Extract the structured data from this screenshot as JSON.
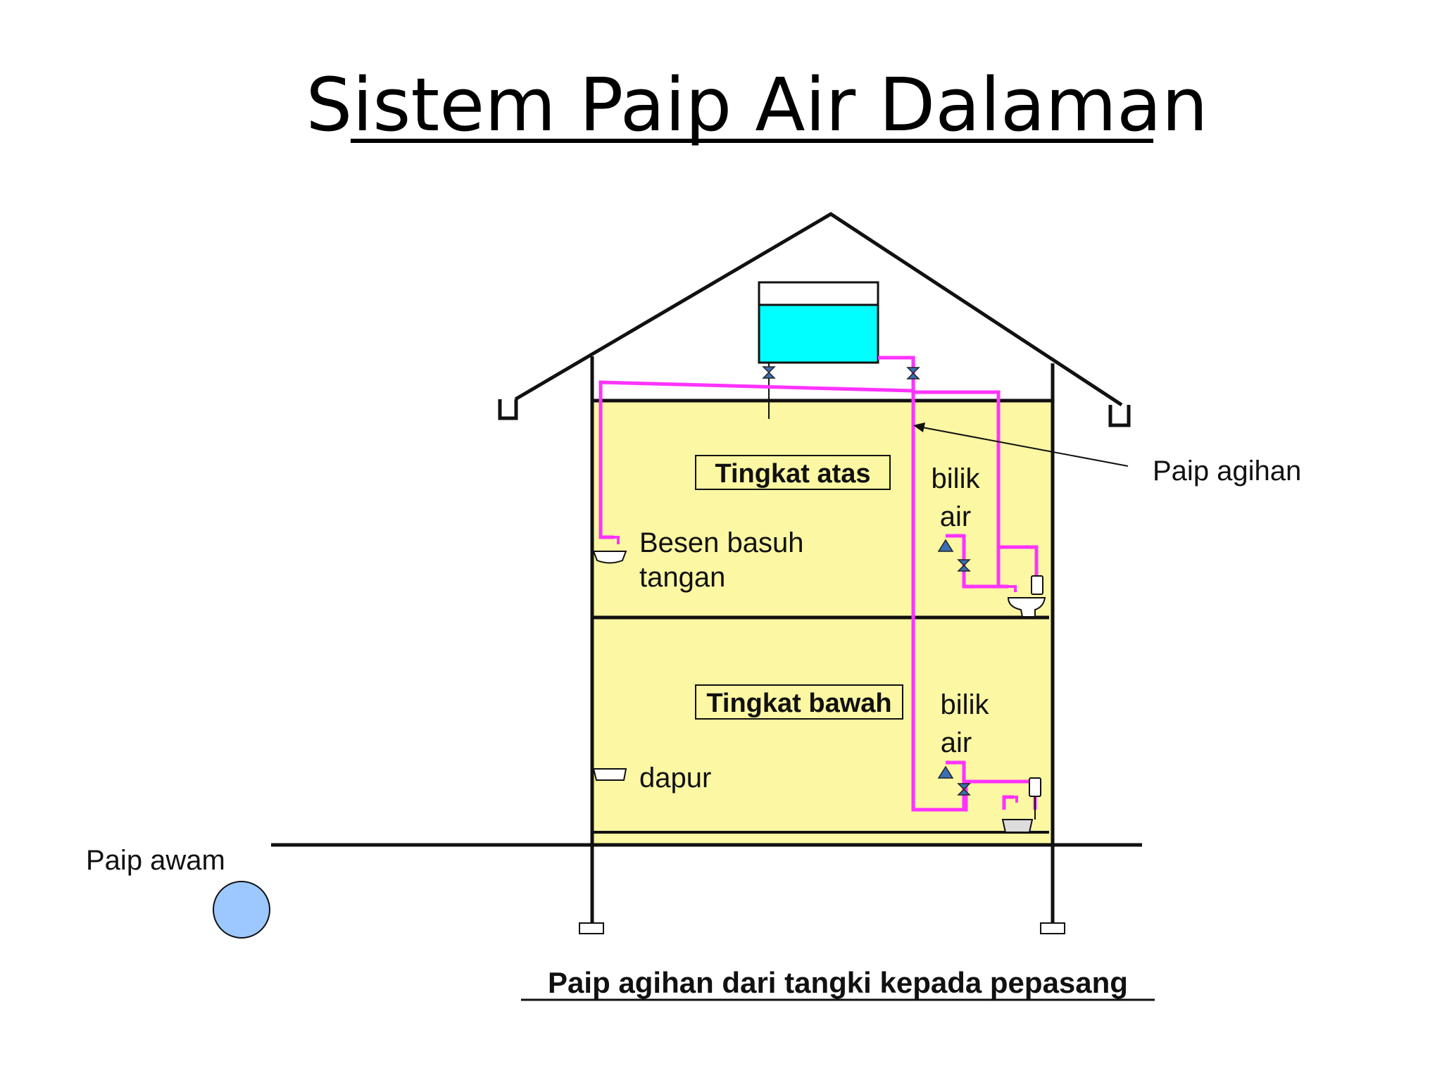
{
  "title": "Sistem Paip Air Dalaman",
  "caption": "Paip agihan dari tangki kepada pepasang",
  "floors": {
    "upper": "Tingkat atas",
    "lower": "Tingkat bawah"
  },
  "labels": {
    "basin_line1": "Besen basuh",
    "basin_line2": "tangan",
    "kitchen": "dapur",
    "bathroom_upper_line1": "bilik",
    "bathroom_upper_line2": "air",
    "bathroom_lower_line1": "bilik",
    "bathroom_lower_line2": "air",
    "distribution_pipe": "Paip agihan",
    "public_pipe": "Paip awam"
  },
  "colors": {
    "wall_fill": "#fbf7a3",
    "pipe": "#ff33ff",
    "tank_water": "#00ffff",
    "public_pipe": "#9cc8ff",
    "valve": "#3a6fb5",
    "outline": "#111111"
  }
}
